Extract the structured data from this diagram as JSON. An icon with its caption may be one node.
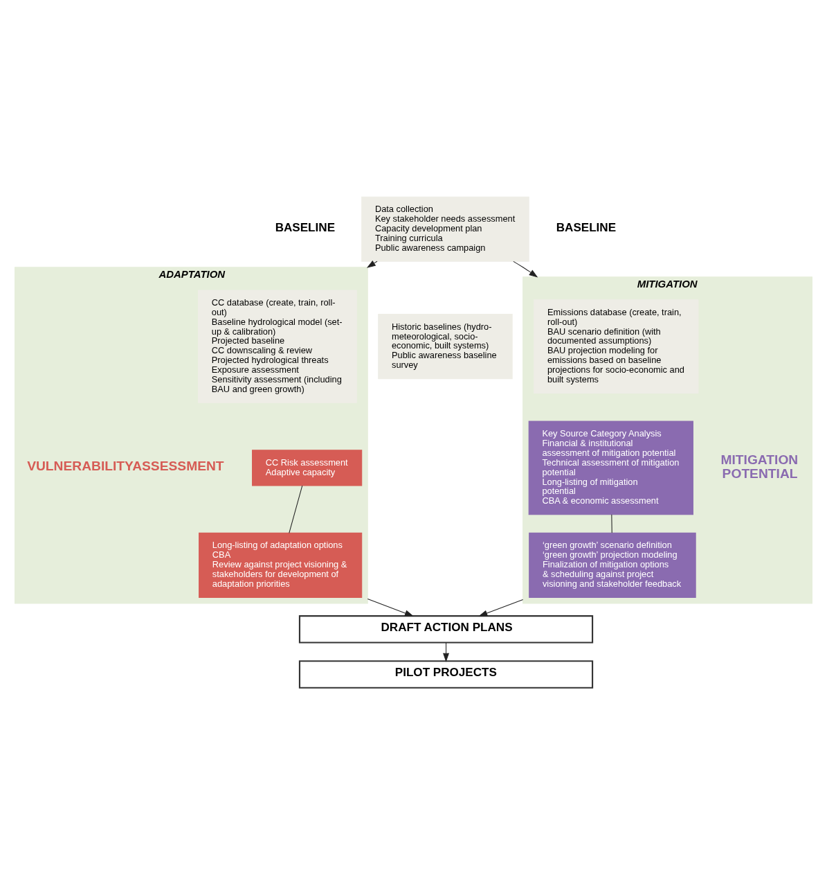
{
  "diagram": {
    "nodes": [
      {
        "text": [
          "Data collection",
          "Key stakeholder needs assessment",
          "Capacity development plan",
          "Training curricula",
          "Public awareness campaign"
        ]
      },
      {
        "text": [
          "ADAPTATION"
        ],
        "beside": [
          "VULNERABILITYASSESSMENT"
        ]
      },
      {
        "text": [
          "CC database (create, train, roll-out)",
          "Baseline hydrological model (set-up & calibration)",
          "Projected baseline",
          "CC downscaling & review",
          "Projected hydrological threats",
          "Exposure assessment",
          "Sensitivity assessment (including BAU and green growth)"
        ],
        "in": 1
      },
      {
        "text": [
          "CC Risk assessment",
          "Adaptive capacity"
        ],
        "in": 1
      },
      {
        "text": [
          "Long-listing of adaptation options",
          "CBA",
          "Review against project visioning & stakeholders for development of adaptation priorities"
        ],
        "in": 1
      },
      {
        "text": [
          "Historic baselines (hydro-meteorological, socio-economic, built systems)",
          "Public awareness baseline survey"
        ]
      },
      {
        "text": [
          "MITIGATION"
        ],
        "beside": [
          "MITIGATION POTENTIAL"
        ]
      },
      {
        "text": [
          "Emissions database (create, train, roll-out)",
          "BAU scenario definition (with documented assumptions)",
          "BAU projection modeling for emissions based on baseline projections for socio-economic and built systems"
        ],
        "in": 6
      },
      {
        "text": [
          "Key Source Category Analysis",
          "Financial & institutional assessment of mitigation potential",
          "Technical assessment of mitigation potential",
          "Long-listing of mitigation potential",
          "CBA & economic assessment"
        ],
        "in": 6
      },
      {
        "text": [
          "‘green growth’ scenario definition ‘green growth’ projection modeling",
          "Finalization of mitigation options & scheduling against project visioning and stakeholder feedback"
        ],
        "in": 6
      },
      {
        "text": [
          "DRAFT ACTION PLANS"
        ]
      },
      {
        "text": [
          "PILOT PROJECTS"
        ]
      }
    ],
    "edges": [
      {
        "from": 0,
        "to": 1,
        "arrow": "to"
      },
      {
        "from": 0,
        "to": 6,
        "arrow": "to"
      },
      {
        "from": 3,
        "to": 4,
        "arrow": "none"
      },
      {
        "from": 8,
        "to": 9,
        "arrow": "none"
      },
      {
        "from": 1,
        "to": 10,
        "arrow": "to"
      },
      {
        "from": 6,
        "to": 10,
        "arrow": "to"
      },
      {
        "from": 10,
        "to": 11,
        "arrow": "to"
      }
    ],
    "labels": [
      "BASELINE",
      "BASELINE"
    ]
  }
}
